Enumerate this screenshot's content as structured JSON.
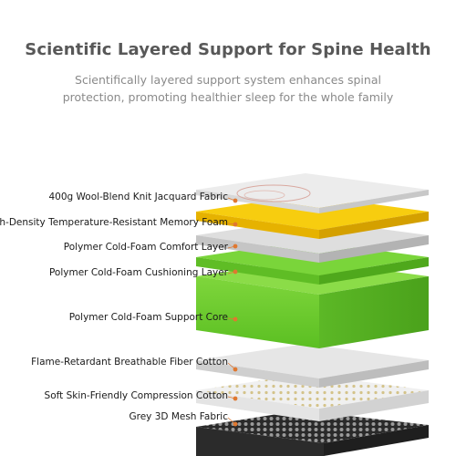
{
  "header": {
    "title": "Scientific Layered Support for Spine Health",
    "subtitle": "Scientifically layered support system enhances spinal protection, promoting healthier sleep for the whole family"
  },
  "layers": [
    {
      "label": "400g Wool-Blend Knit Jacquard Fabric",
      "color": "#e9e9e9"
    },
    {
      "label": "High-Density Temperature-Resistant Memory Foam",
      "color": "#f5c400"
    },
    {
      "label": "Polymer Cold-Foam Comfort Layer",
      "color": "#d6d6d6"
    },
    {
      "label": "Polymer Cold-Foam Cushioning Layer",
      "color": "#68cc2b"
    },
    {
      "label": "Polymer Cold-Foam Support Core",
      "color": "#6fcc33"
    },
    {
      "label": "Flame-Retardant Breathable Fiber Cotton",
      "color": "#dcdcdc"
    },
    {
      "label": "Soft Skin-Friendly Compression Cotton",
      "color": "#ececec"
    },
    {
      "label": "Grey 3D Mesh Fabric",
      "color": "#2e2e2e"
    }
  ],
  "colors": {
    "leader_line": "#e07830",
    "leader_dot": "#e07830"
  }
}
